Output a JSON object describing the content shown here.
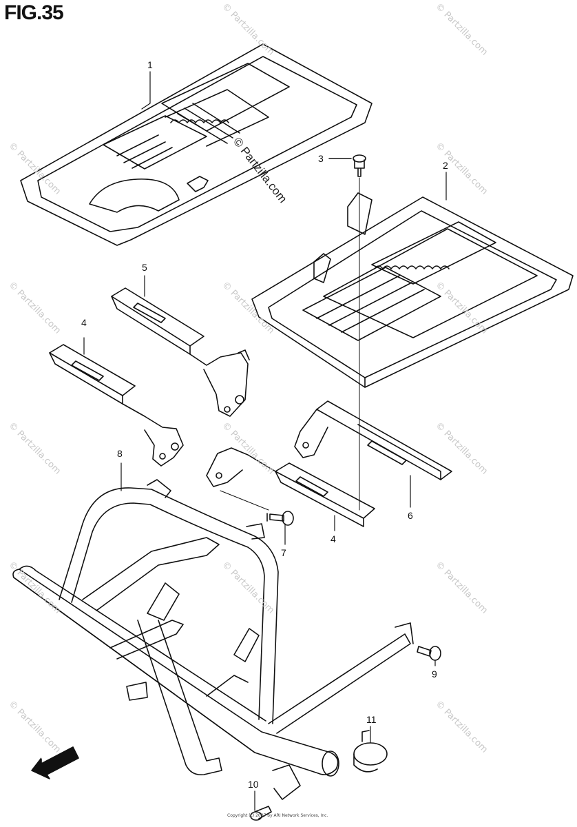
{
  "figure": {
    "title": "FIG.35"
  },
  "callouts": [
    {
      "id": "callout-1",
      "label": "1"
    },
    {
      "id": "callout-2",
      "label": "2"
    },
    {
      "id": "callout-3",
      "label": "3"
    },
    {
      "id": "callout-4a",
      "label": "4"
    },
    {
      "id": "callout-4b",
      "label": "4"
    },
    {
      "id": "callout-5",
      "label": "5"
    },
    {
      "id": "callout-6",
      "label": "6"
    },
    {
      "id": "callout-7",
      "label": "7"
    },
    {
      "id": "callout-8",
      "label": "8"
    },
    {
      "id": "callout-9",
      "label": "9"
    },
    {
      "id": "callout-10",
      "label": "10"
    },
    {
      "id": "callout-11",
      "label": "11"
    }
  ],
  "watermark": {
    "text": "© Partzilla.com",
    "center_text": "© Partzilla.com"
  },
  "direction_arrow": {
    "label": "FWD"
  },
  "copyright": {
    "text": "Copyright (c) 2007 by ARI Network Services, Inc."
  }
}
